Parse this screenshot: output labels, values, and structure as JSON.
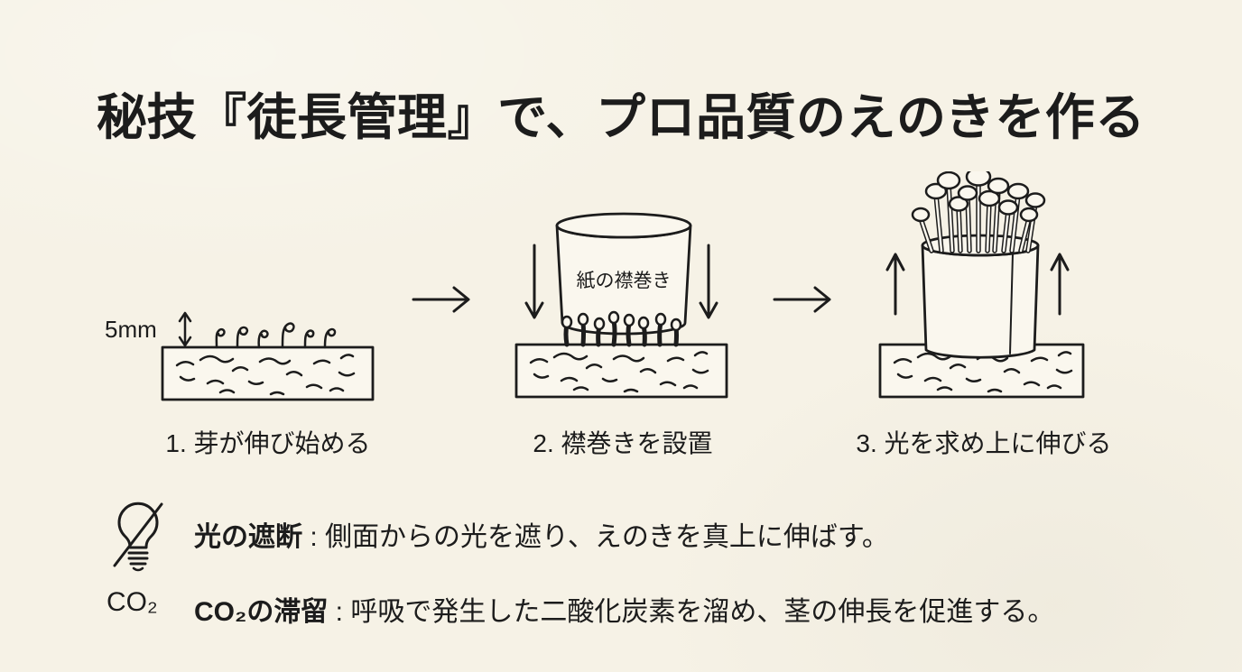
{
  "colors": {
    "background": "#f6f2e6",
    "ink": "#1c1c1c",
    "shape_fill": "#faf7ee"
  },
  "title": "秘技『徒長管理』で、プロ品質のえのきを作る",
  "steps": [
    {
      "caption": "1. 芽が伸び始める",
      "height_label": "5mm"
    },
    {
      "caption": "2. 襟巻きを設置",
      "collar_label": "紙の襟巻き"
    },
    {
      "caption": "3. 光を求め上に伸びる"
    }
  ],
  "notes": [
    {
      "icon": "light-blocked-icon",
      "label": "光の遮断",
      "separator": " : ",
      "text": "側面からの光を遮り、えのきを真上に伸ばす。"
    },
    {
      "icon": "co2-icon",
      "icon_text": "CO₂",
      "label": "CO₂の滞留",
      "separator": " : ",
      "text": "呼吸で発生した二酸化炭素を溜め、茎の伸長を促進する。"
    }
  ]
}
